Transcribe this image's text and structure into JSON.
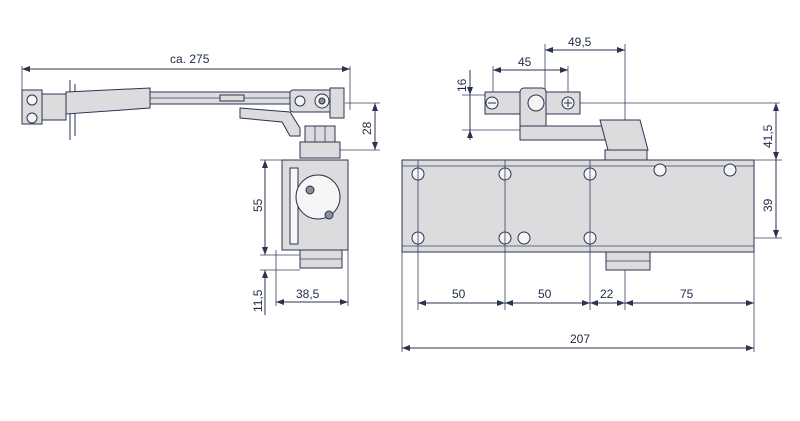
{
  "dimensions": {
    "overall_arm": "ca. 275",
    "arm_height": "28",
    "body_height_side": "55",
    "bottom_offset": "11,5",
    "body_width_side": "38,5",
    "bracket_offset_a": "49,5",
    "bracket_offset_b": "45",
    "bracket_height": "16",
    "total_height": "41,5",
    "body_height_front": "39",
    "hole_spacing_1": "50",
    "hole_spacing_2": "50",
    "hole_spacing_3": "22",
    "hole_spacing_4": "75",
    "total_length": "207"
  },
  "colors": {
    "line": "#2b3350",
    "text": "#1f2a44",
    "part_fill": "#dcdcde",
    "dark_fill": "#8b8f98",
    "background": "#ffffff"
  }
}
